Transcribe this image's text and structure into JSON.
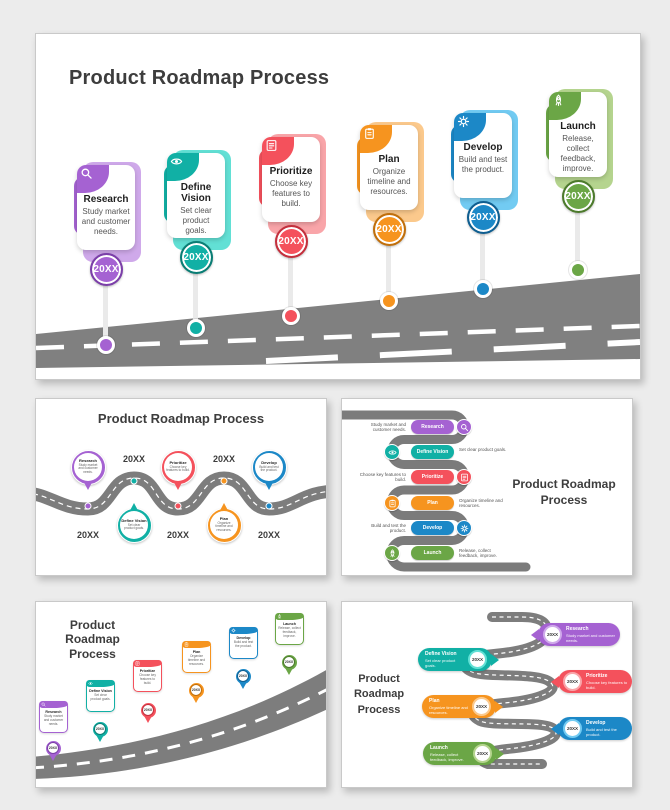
{
  "colors": {
    "page_bg": "#ececec",
    "slide_bg": "#ffffff",
    "road": "#7d7d7d",
    "road_main": "#808080",
    "title_text": "#3d3d3d"
  },
  "slides": {
    "main": {
      "title": "Product Roadmap Process"
    },
    "wave": {
      "title": "Product Roadmap Process"
    },
    "snake": {
      "title_line1": "Product Roadmap",
      "title_line2": "Process"
    },
    "hill": {
      "title_line1": "Product Roadmap",
      "title_line2": "Process"
    },
    "vertical": {
      "title_line1": "Product",
      "title_line2": "Roadmap",
      "title_line3": "Process"
    }
  },
  "steps": [
    {
      "title": "Research",
      "description": "Study market and customer needs.",
      "year": "20XX",
      "icon": "magnifier",
      "color": "#a562d2",
      "color_light": "#cfa9ea",
      "color_dark": "#7b3fa8"
    },
    {
      "title": "Define Vision",
      "description": "Set clear product goals.",
      "year": "20XX",
      "icon": "eye",
      "color": "#11b0a5",
      "color_light": "#62e0d5",
      "color_dark": "#0a7d74"
    },
    {
      "title": "Prioritize",
      "description": "Choose key features to build.",
      "year": "20XX",
      "icon": "checklist",
      "color": "#f4515c",
      "color_light": "#f9a5a9",
      "color_dark": "#c3303d"
    },
    {
      "title": "Plan",
      "description": "Organize timeline and resources.",
      "year": "20XX",
      "icon": "clipboard",
      "color": "#f6941f",
      "color_light": "#fbc98c",
      "color_dark": "#c06f0c"
    },
    {
      "title": "Develop",
      "description": "Build and test the product.",
      "year": "20XX",
      "icon": "gear",
      "color": "#1c88c7",
      "color_light": "#72cbf2",
      "color_dark": "#0f5e90"
    },
    {
      "title": "Launch",
      "description": "Release, collect feedback, improve.",
      "year": "20XX",
      "icon": "rocket",
      "color": "#6ba646",
      "color_light": "#b5d48e",
      "color_dark": "#4c7a2c"
    }
  ]
}
